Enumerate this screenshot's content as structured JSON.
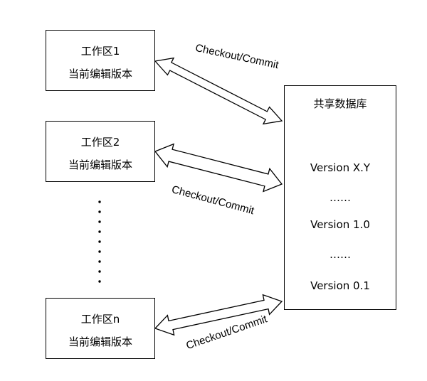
{
  "workspaces": [
    {
      "title": "工作区1",
      "subtitle": "当前编辑版本"
    },
    {
      "title": "工作区2",
      "subtitle": "当前编辑版本"
    },
    {
      "title": "工作区n",
      "subtitle": "当前编辑版本"
    }
  ],
  "repository": {
    "title": "共享数据库",
    "versions": [
      "Version X.Y",
      "……",
      "Version 1.0",
      "……",
      "Version 0.1"
    ]
  },
  "edges": [
    {
      "label": "Checkout/Commit"
    },
    {
      "label": "Checkout/Commit"
    },
    {
      "label": "Checkout/Commit"
    }
  ]
}
